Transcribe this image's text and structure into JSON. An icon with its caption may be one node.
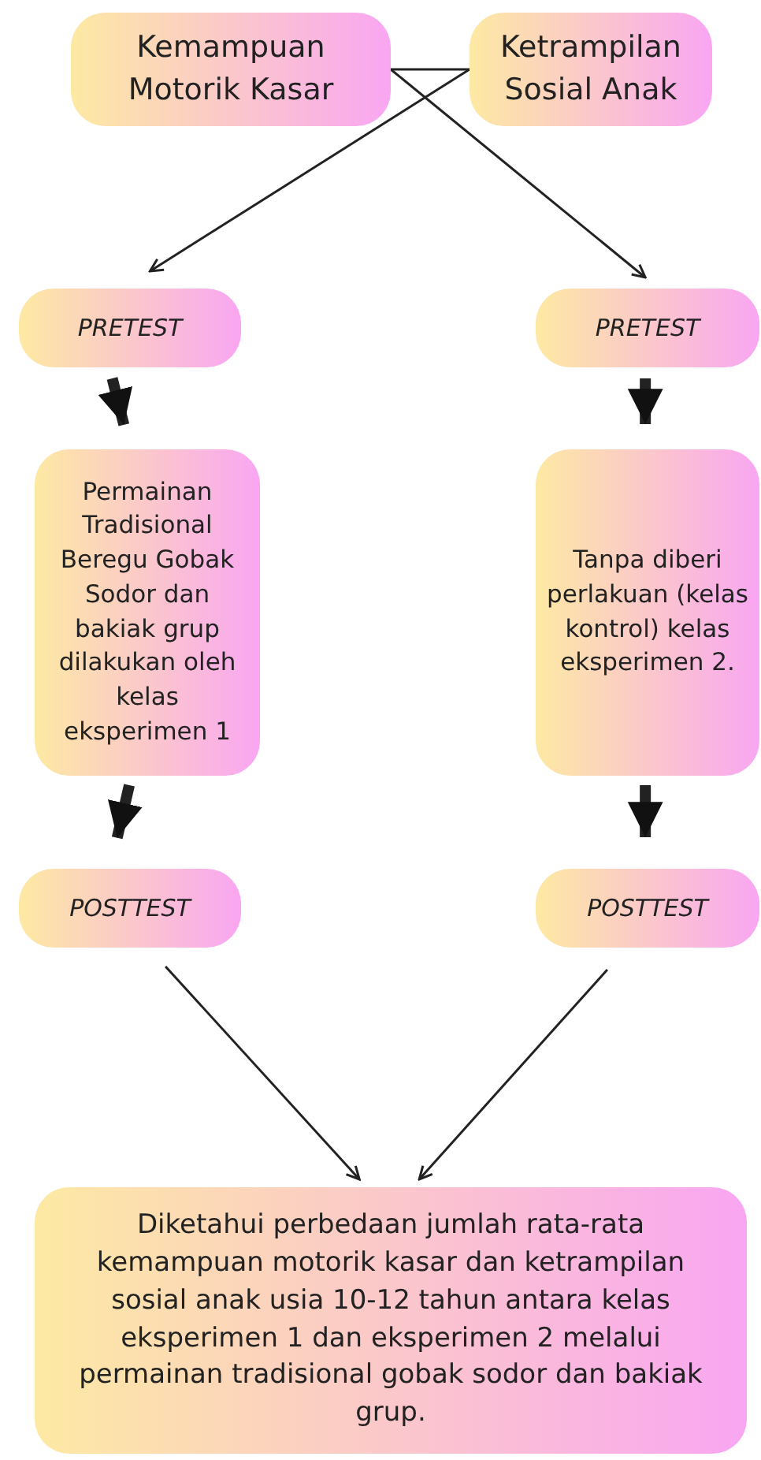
{
  "diagram": {
    "nodes": [
      {
        "text": [
          "Kemampuan Motorik Kasar"
        ]
      },
      {
        "text": [
          "Ketrampilan Sosial Anak"
        ]
      },
      {
        "text": [
          "PRETEST"
        ]
      },
      {
        "text": [
          "PRETEST"
        ]
      },
      {
        "text": [
          "Permainan Tradisional Beregu Gobak Sodor dan bakiak grup dilakukan oleh kelas eksperimen 1"
        ]
      },
      {
        "text": [
          "Tanpa diberi perlakuan (kelas kontrol) kelas eksperimen 2."
        ]
      },
      {
        "text": [
          "POSTTEST"
        ]
      },
      {
        "text": [
          "POSTTEST"
        ]
      },
      {
        "text": [
          "Diketahui perbedaan jumlah rata-rata kemampuan motorik kasar dan ketrampilan sosial anak usia 10-12 tahun antara kelas eksperimen 1 dan eksperimen 2 melalui permainan tradisional gobak sodor dan bakiak grup."
        ]
      }
    ],
    "edges": [
      {
        "from": 0,
        "to": 1,
        "arrow": "none"
      },
      {
        "from": 0,
        "to": 3,
        "arrow": "to"
      },
      {
        "from": 1,
        "to": 2,
        "arrow": "to"
      },
      {
        "from": 2,
        "to": 4,
        "arrow": "to",
        "style": "thick"
      },
      {
        "from": 3,
        "to": 5,
        "arrow": "to",
        "style": "thick"
      },
      {
        "from": 4,
        "to": 6,
        "arrow": "to",
        "style": "thick"
      },
      {
        "from": 5,
        "to": 7,
        "arrow": "to",
        "style": "thick"
      },
      {
        "from": 6,
        "to": 8,
        "arrow": "to"
      },
      {
        "from": 7,
        "to": 8,
        "arrow": "to"
      }
    ]
  }
}
